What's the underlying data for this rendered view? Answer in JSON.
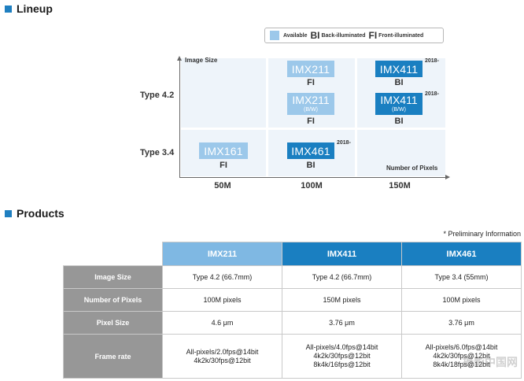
{
  "lineup": {
    "title": "Lineup",
    "legend": {
      "available": "Available",
      "bi_abbr": "BI",
      "bi_text": "Back-illuminated",
      "fi_abbr": "FI",
      "fi_text": "Front-illuminated"
    },
    "y_axis_label": "Image Size",
    "x_axis_label": "Number of Pixels",
    "rows": [
      "Type 4.2",
      "Type 3.4"
    ],
    "columns": [
      "50M",
      "100M",
      "150M"
    ],
    "chips": [
      {
        "name": "IMX211",
        "sub": "",
        "type": "FI",
        "available": true,
        "year": ""
      },
      {
        "name": "IMX211",
        "sub": "(B/W)",
        "type": "FI",
        "available": true,
        "year": ""
      },
      {
        "name": "IMX411",
        "sub": "",
        "type": "BI",
        "available": false,
        "year": "2018-"
      },
      {
        "name": "IMX411",
        "sub": "(B/W)",
        "type": "BI",
        "available": false,
        "year": "2018-"
      },
      {
        "name": "IMX161",
        "sub": "",
        "type": "FI",
        "available": true,
        "year": ""
      },
      {
        "name": "IMX461",
        "sub": "",
        "type": "BI",
        "available": false,
        "year": "2018-"
      }
    ]
  },
  "products": {
    "title": "Products",
    "note": "* Preliminary Information",
    "columns": [
      "IMX211",
      "IMX411",
      "IMX461"
    ],
    "rows": [
      {
        "label": "Image Size",
        "values": [
          "Type 4.2 (66.7mm)",
          "Type 4.2 (66.7mm)",
          "Type 3.4 (55mm)"
        ]
      },
      {
        "label": "Number of Pixels",
        "values": [
          "100M pixels",
          "150M pixels",
          "100M pixels"
        ]
      },
      {
        "label": "Pixel Size",
        "values": [
          "4.6 μm",
          "3.76 μm",
          "3.76 μm"
        ]
      },
      {
        "label": "Frame rate",
        "values": [
          [
            "All-pixels/2.0fps@14bit",
            "4k2k/30fps@12bit"
          ],
          [
            "All-pixels/4.0fps@14bit",
            "4k2k/30fps@12bit",
            "8k4k/16fps@12bit"
          ],
          [
            "All-pixels/6.0fps@14bit",
            "4k2k/30fps@12bit",
            "8k4k/18fps@12bit"
          ]
        ]
      }
    ]
  },
  "colors": {
    "accent": "#1a7fc1",
    "available": "#9cc8ea",
    "quadrant": "#eef4fa",
    "row_header": "#979797"
  },
  "watermark": "摄影中国网"
}
